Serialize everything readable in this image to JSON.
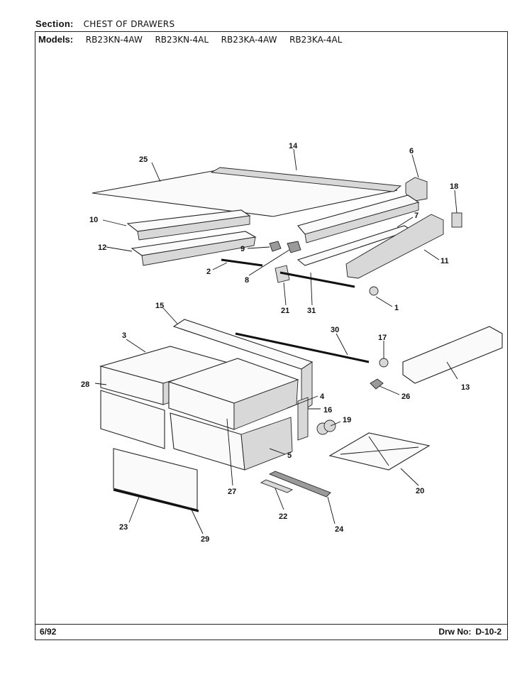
{
  "header": {
    "section_label": "Section:",
    "section_value": "CHEST OF DRAWERS",
    "models_label": "Models:",
    "models": [
      "RB23KN-4AW",
      "RB23KN-4AL",
      "RB23KA-4AW",
      "RB23KA-4AL"
    ]
  },
  "footer": {
    "date": "6/92",
    "drawing_label": "Drw No:",
    "drawing_number": "D-10-2"
  },
  "callouts": [
    "1",
    "2",
    "3",
    "4",
    "5",
    "6",
    "7",
    "8",
    "9",
    "10",
    "11",
    "12",
    "13",
    "14",
    "15",
    "16",
    "17",
    "18",
    "19",
    "20",
    "21",
    "22",
    "23",
    "24",
    "25",
    "26",
    "27",
    "28",
    "29",
    "30",
    "31"
  ]
}
